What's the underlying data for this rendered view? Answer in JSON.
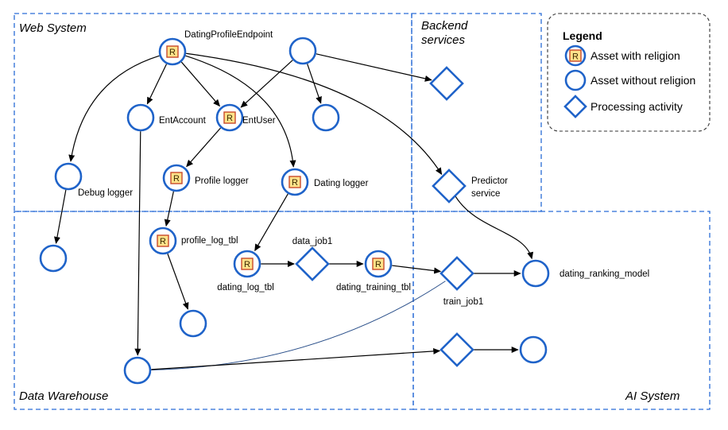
{
  "zones": [
    {
      "id": "web",
      "label": "Web System"
    },
    {
      "id": "backend",
      "label": "Backend services",
      "lines": [
        "Backend",
        "services"
      ]
    },
    {
      "id": "warehouse",
      "label": "Data Warehouse"
    },
    {
      "id": "ai",
      "label": "AI System"
    }
  ],
  "legend": {
    "title": "Legend",
    "items": [
      {
        "kind": "asset-r",
        "label": "Asset with religion"
      },
      {
        "kind": "asset",
        "label": "Asset without religion"
      },
      {
        "kind": "activity",
        "label": "Processing activity"
      }
    ]
  },
  "badge_letter": "R",
  "nodes": [
    {
      "id": "dpe",
      "kind": "asset",
      "religion": true,
      "label": "DatingProfileEndpoint"
    },
    {
      "id": "web2",
      "kind": "asset",
      "religion": false,
      "label": ""
    },
    {
      "id": "entacc",
      "kind": "asset",
      "religion": false,
      "label": "EntAccount"
    },
    {
      "id": "entuser",
      "kind": "asset",
      "religion": true,
      "label": "EntUser"
    },
    {
      "id": "webleaf",
      "kind": "asset",
      "religion": false,
      "label": ""
    },
    {
      "id": "backend_act",
      "kind": "activity",
      "label": ""
    },
    {
      "id": "debug",
      "kind": "asset",
      "religion": false,
      "label": "Debug logger"
    },
    {
      "id": "proflog",
      "kind": "asset",
      "religion": true,
      "label": "Profile logger"
    },
    {
      "id": "datlog",
      "kind": "asset",
      "religion": true,
      "label": "Dating logger"
    },
    {
      "id": "predictor",
      "kind": "activity",
      "label": "Predictor service",
      "lines": [
        "Predictor",
        "service"
      ]
    },
    {
      "id": "debugout",
      "kind": "asset",
      "religion": false,
      "label": ""
    },
    {
      "id": "proftbl",
      "kind": "asset",
      "religion": true,
      "label": "profile_log_tbl"
    },
    {
      "id": "datlogtbl",
      "kind": "asset",
      "religion": true,
      "label": "dating_log_tbl"
    },
    {
      "id": "datajob1",
      "kind": "activity",
      "label": "data_job1"
    },
    {
      "id": "dattrain",
      "kind": "asset",
      "religion": true,
      "label": "dating_training_tbl"
    },
    {
      "id": "trainjob1",
      "kind": "activity",
      "label": "train_job1"
    },
    {
      "id": "ranking",
      "kind": "asset",
      "religion": false,
      "label": "dating_ranking_model"
    },
    {
      "id": "proftblout",
      "kind": "asset",
      "religion": false,
      "label": ""
    },
    {
      "id": "wh",
      "kind": "asset",
      "religion": false,
      "label": ""
    },
    {
      "id": "ai_act",
      "kind": "activity",
      "label": ""
    },
    {
      "id": "ai_out",
      "kind": "asset",
      "religion": false,
      "label": ""
    }
  ],
  "edges": [
    {
      "from": "dpe",
      "to": "debug"
    },
    {
      "from": "dpe",
      "to": "entacc"
    },
    {
      "from": "dpe",
      "to": "entuser"
    },
    {
      "from": "dpe",
      "to": "datlog"
    },
    {
      "from": "dpe",
      "to": "predictor"
    },
    {
      "from": "web2",
      "to": "entuser"
    },
    {
      "from": "web2",
      "to": "webleaf"
    },
    {
      "from": "web2",
      "to": "backend_act"
    },
    {
      "from": "entuser",
      "to": "proflog"
    },
    {
      "from": "proflog",
      "to": "proftbl"
    },
    {
      "from": "proftbl",
      "to": "proftblout"
    },
    {
      "from": "debug",
      "to": "debugout"
    },
    {
      "from": "entacc",
      "to": "wh"
    },
    {
      "from": "datlog",
      "to": "datlogtbl"
    },
    {
      "from": "datlogtbl",
      "to": "datajob1"
    },
    {
      "from": "datajob1",
      "to": "dattrain"
    },
    {
      "from": "dattrain",
      "to": "trainjob1"
    },
    {
      "from": "trainjob1",
      "to": "ranking"
    },
    {
      "from": "predictor",
      "to": "ranking"
    },
    {
      "from": "wh",
      "to": "trainjob1"
    },
    {
      "from": "wh",
      "to": "ai_act"
    },
    {
      "from": "ai_act",
      "to": "ai_out"
    }
  ]
}
